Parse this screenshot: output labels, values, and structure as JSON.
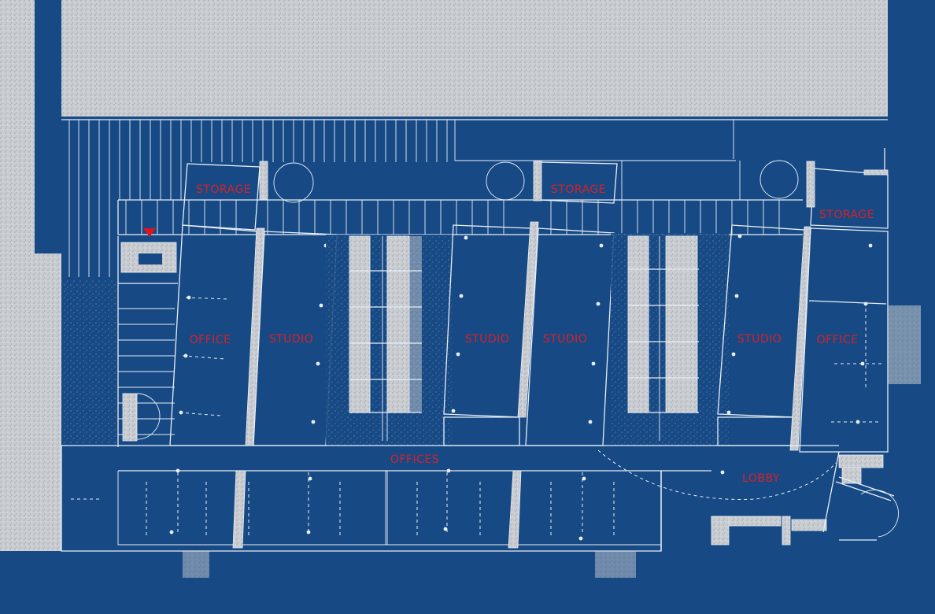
{
  "colors": {
    "background": "#174a84",
    "linework": "#e8eef6",
    "concrete": "#c9ccd1",
    "label": "#d8202a",
    "entry_marker": "#e8101a"
  },
  "labels": {
    "storage_left": "STORAGE",
    "storage_center": "STORAGE",
    "storage_right": "STORAGE",
    "office_left": "OFFICE",
    "studio_1": "STUDIO",
    "studio_2": "STUDIO",
    "studio_3": "STUDIO",
    "studio_4": "STUDIO",
    "office_right": "OFFICE",
    "offices": "OFFICES",
    "lobby": "LOBBY"
  },
  "icons": {
    "entry": "entry-triangle-icon"
  }
}
